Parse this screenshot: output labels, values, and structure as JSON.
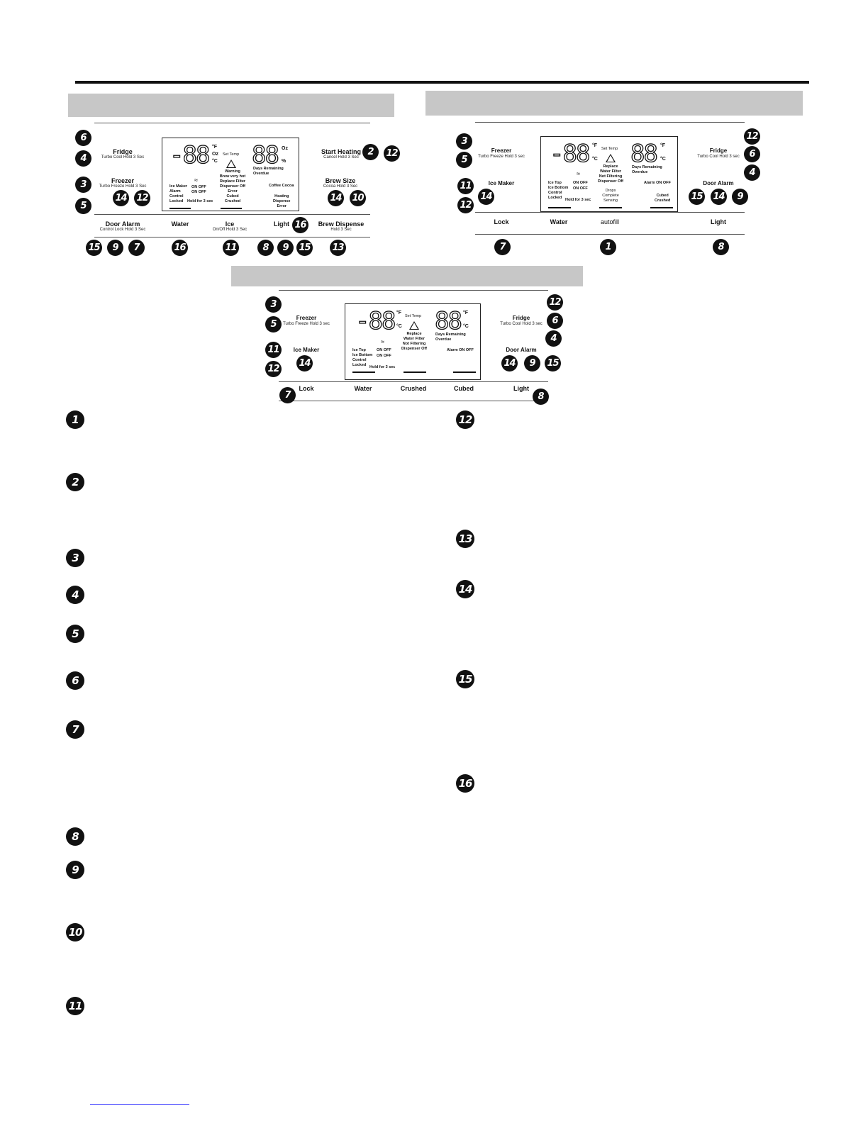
{
  "panel1": {
    "fridge": "Fridge",
    "fridge_sub": "Turbo Cool Hold 3 Sec",
    "freezer": "Freezer",
    "freezer_sub": "Turbo Freeze Hold 3 Sec",
    "start_heating": "Start Heating",
    "start_heating_sub": "Cancel Hold 3 Sec",
    "brew_size": "Brew Size",
    "brew_size_sub": "Cocoa Hold 3 Sec",
    "door_alarm": "Door Alarm",
    "door_alarm_sub": "Control Lock Hold 3 Sec",
    "water": "Water",
    "ice": "Ice",
    "ice_sub": "On/Off Hold 3 Sec",
    "light": "Light",
    "brew_dispense": "Brew Dispense",
    "brew_dispense_sub": "Hold 3 Sec",
    "display": {
      "temp_digits": "-88",
      "deg_f": "°F",
      "oz": "Oz",
      "deg_c": "°C",
      "set_temp": "Set Temp",
      "warn_lines": [
        "Warning",
        "Brew very hot",
        "Replace Filter",
        "Dispenser Off",
        "Error",
        "Cubed",
        "Crushed"
      ],
      "right_digits": "88",
      "right_oz": "Oz",
      "right_pct": "%",
      "days_remaining": "Days Remaining",
      "overdue": "Overdue",
      "left_labels": [
        "Ice Maker",
        "Alarm",
        "Control",
        "Locked"
      ],
      "on_off_1": "ON OFF",
      "on_off_2": "ON OFF",
      "hold": "Hold for 3 sec",
      "coffee_cocoa": "Coffee Cocoa",
      "heating": [
        "Heating",
        "Dispense",
        "Error"
      ]
    },
    "numbers": [
      "6",
      "4",
      "3",
      "5",
      "14",
      "12",
      "2",
      "12",
      "14",
      "10",
      "15",
      "9",
      "7",
      "16",
      "11",
      "8",
      "9",
      "15",
      "13",
      "16"
    ]
  },
  "panel2": {
    "freezer": "Freezer",
    "freezer_sub": "Turbo Freeze Hold 3 sec",
    "ice_maker": "Ice Maker",
    "fridge": "Fridge",
    "fridge_sub": "Turbo Cool Hold 3 sec",
    "door_alarm": "Door Alarm",
    "lock": "Lock",
    "water": "Water",
    "autofill": "autofill",
    "light": "Light",
    "display": {
      "temp_digits": "-88",
      "deg_f": "°F",
      "deg_c": "°C",
      "set_temp": "Set Temp",
      "warn_lines": [
        "Replace",
        "Water Filter",
        "Not Filtering",
        "Dispenser Off"
      ],
      "drops": [
        "Drops",
        "Complete",
        "Sensing"
      ],
      "right_digits": "88",
      "days_remaining": "Days Remaining",
      "overdue": "Overdue",
      "left_labels": [
        "Ice Top",
        "Ice Bottom",
        "Control",
        "Locked"
      ],
      "on_off_1": "ON OFF",
      "on_off_2": "ON OFF",
      "hold": "Hold for 3 sec",
      "alarm": "Alarm ON OFF",
      "cubed": [
        "Cubed",
        "Crushed"
      ]
    },
    "numbers": [
      "3",
      "5",
      "11",
      "14",
      "12",
      "12",
      "6",
      "4",
      "15",
      "14",
      "9",
      "7",
      "1",
      "8"
    ]
  },
  "panel3": {
    "freezer": "Freezer",
    "freezer_sub": "Turbo Freeze Hold 3 sec",
    "ice_maker": "Ice Maker",
    "fridge": "Fridge",
    "fridge_sub": "Turbo Cool Hold 3 sec",
    "door_alarm": "Door Alarm",
    "lock": "Lock",
    "water": "Water",
    "crushed": "Crushed",
    "cubed": "Cubed",
    "light": "Light",
    "display": {
      "temp_digits": "-88",
      "deg_f": "°F",
      "deg_c": "°C",
      "set_temp": "Set Temp",
      "warn_lines": [
        "Replace",
        "Water Filter",
        "Not Filtering",
        "Dispenser Off"
      ],
      "right_digits": "88",
      "days_remaining": "Days Remaining",
      "overdue": "Overdue",
      "left_labels": [
        "Ice Top",
        "Ice Bottom",
        "Control",
        "Locked"
      ],
      "on_off_1": "ON OFF",
      "on_off_2": "ON OFF",
      "hold": "Hold for 3 sec",
      "alarm": "Alarm ON OFF"
    },
    "numbers": [
      "3",
      "5",
      "11",
      "14",
      "12",
      "12",
      "6",
      "4",
      "14",
      "9",
      "15",
      "7",
      "8"
    ]
  },
  "legend_left": [
    "1",
    "2",
    "3",
    "4",
    "5",
    "6",
    "7",
    "8",
    "9",
    "10",
    "11"
  ],
  "legend_right": [
    "12",
    "13",
    "14",
    "15",
    "16"
  ]
}
